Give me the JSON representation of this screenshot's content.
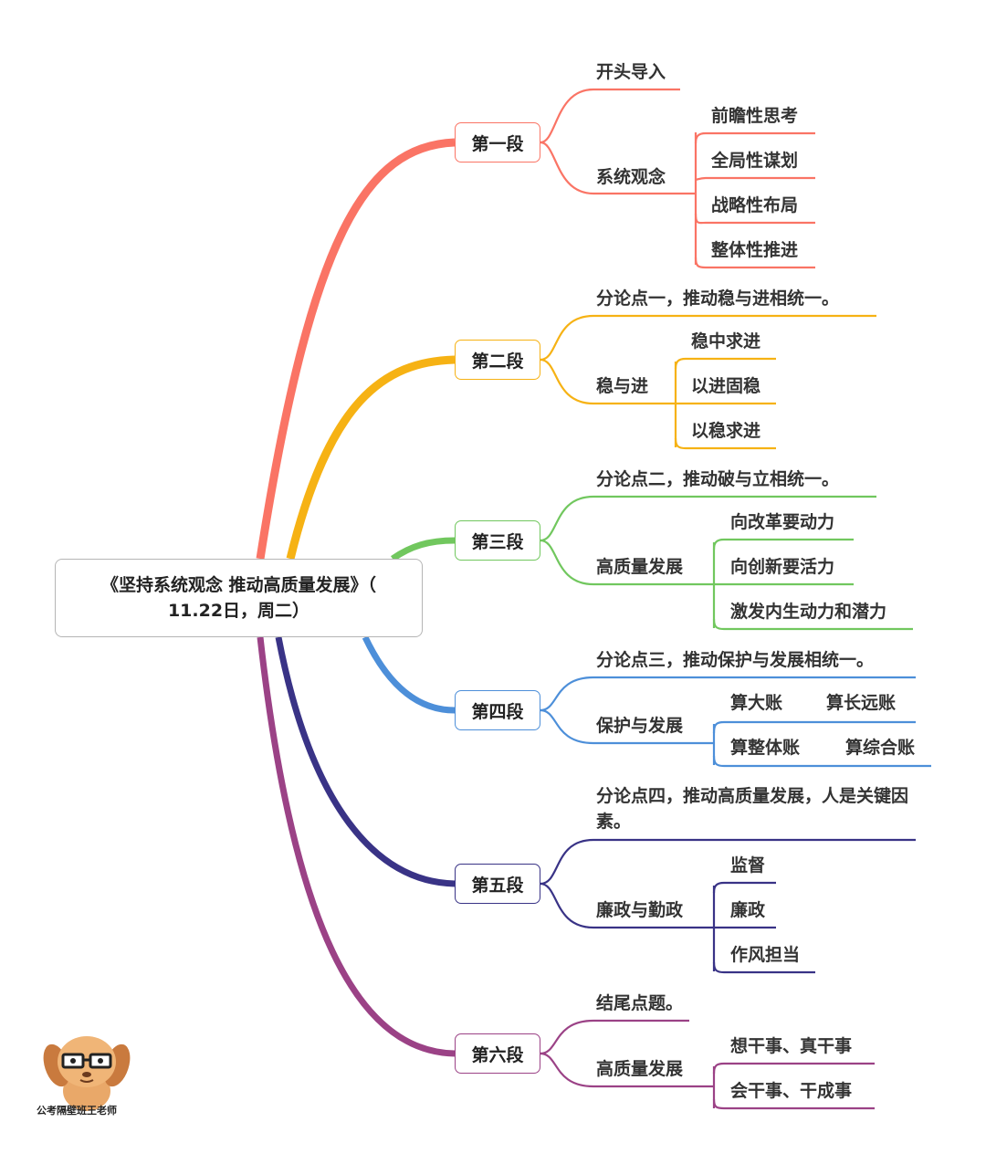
{
  "root": {
    "line1": "《坚持系统观念 推动高质量发展》（",
    "line2": "11.22日，周二）"
  },
  "colors": {
    "s1": "#fa7465",
    "s2": "#f6b214",
    "s3": "#71c75e",
    "s4": "#4d8fd9",
    "s5": "#393386",
    "s6": "#9b4286"
  },
  "sections": [
    {
      "label": "第一段",
      "topic": "开头导入",
      "sub": "系统观念",
      "items": [
        "前瞻性思考",
        "全局性谋划",
        "战略性布局",
        "整体性推进"
      ]
    },
    {
      "label": "第二段",
      "topic": "分论点一，推动稳与进相统一。",
      "sub": "稳与进",
      "items": [
        "稳中求进",
        "以进固稳",
        "以稳求进"
      ]
    },
    {
      "label": "第三段",
      "topic": "分论点二，推动破与立相统一。",
      "sub": "高质量发展",
      "items": [
        "向改革要动力",
        "向创新要活力",
        "激发内生动力和潜力"
      ]
    },
    {
      "label": "第四段",
      "topic": "分论点三，推动保护与发展相统一。",
      "sub": "保护与发展",
      "items": [
        "算大账",
        "算长远账",
        "算整体账",
        "算综合账"
      ]
    },
    {
      "label": "第五段",
      "topic": "分论点四，推动高质量发展，人是关键因素。",
      "sub": "廉政与勤政",
      "items": [
        "监督",
        "廉政",
        "作风担当"
      ]
    },
    {
      "label": "第六段",
      "topic": "结尾点题。",
      "sub": "高质量发展",
      "items": [
        "想干事、真干事",
        "会干事、干成事"
      ]
    }
  ],
  "watermark": "公考隔壁班王老师"
}
